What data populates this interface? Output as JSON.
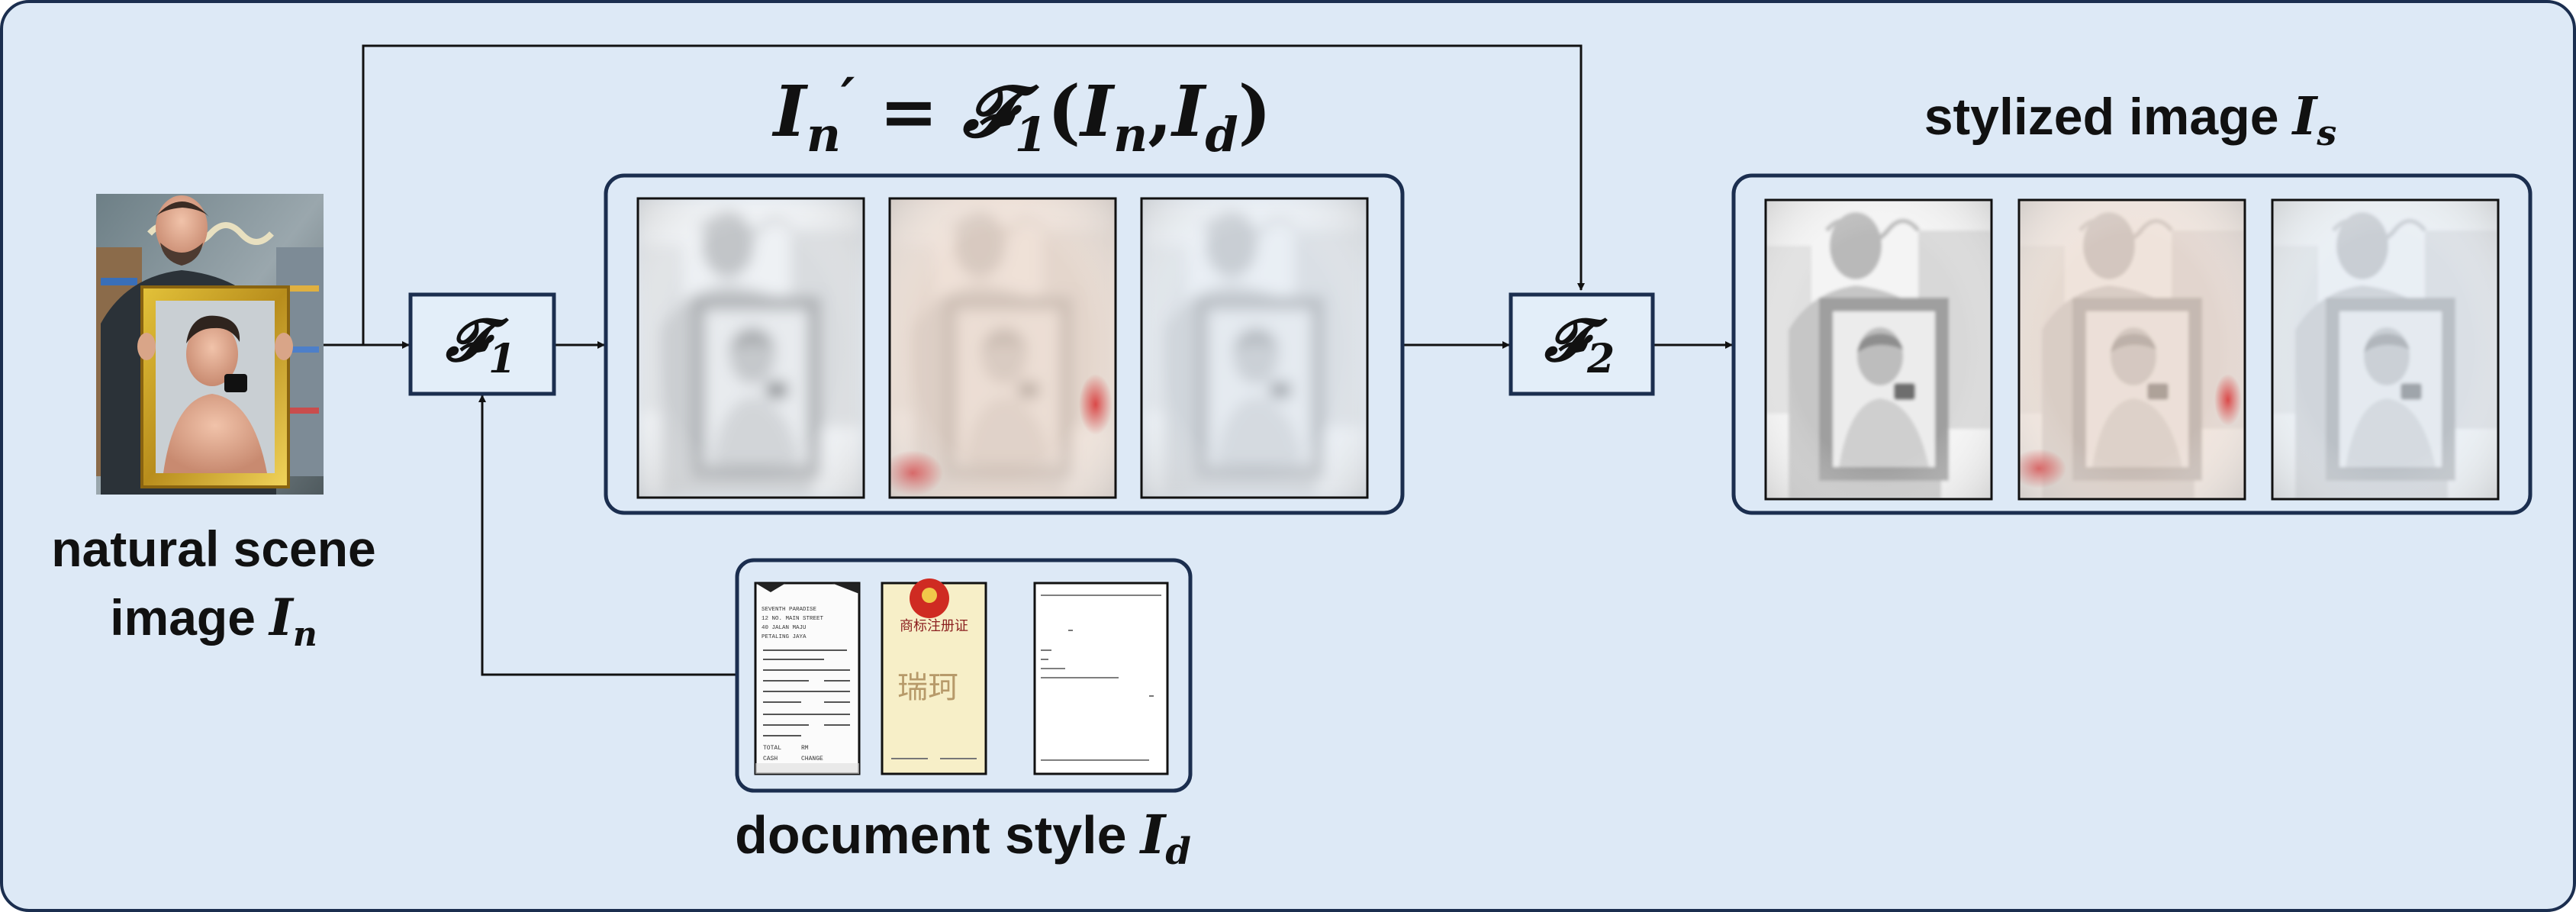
{
  "colors": {
    "panel_fill": "#dde9f6",
    "border": "#1b2e4f",
    "node_fill": "#e3eef9",
    "thumb_border": "#111111",
    "highlight_red": "#d62a2a"
  },
  "nodes": {
    "f1": {
      "symbol": "𝓕",
      "sub": "1"
    },
    "f2": {
      "symbol": "𝓕",
      "sub": "2"
    }
  },
  "labels": {
    "natural_scene_line1": "natural scene",
    "natural_scene_line2": "image",
    "natural_scene_var": "I",
    "natural_scene_sub": "n",
    "document_style": "document style",
    "document_style_var": "I",
    "document_style_sub": "d",
    "stylized_image": "stylized image",
    "stylized_var": "I",
    "stylized_sub": "s"
  },
  "equation": {
    "lhs": "I",
    "lhs_sub": "n",
    "prime": "′",
    "equals": " = ",
    "func": "𝓕",
    "func_sub": "1",
    "open": "(",
    "arg1": "I",
    "arg1_sub": "n",
    "comma": ",",
    "arg2": "I",
    "arg2_sub": "d",
    "close": ")"
  },
  "document_thumbnails": {
    "receipt_lines": [
      "SEVENTH PARADISE",
      "12 NO. MAIN STREET",
      "40 JALAN MAJU",
      "PETALING JAYA",
      "TOTAL",
      "RM",
      "CASH",
      "CHANGE"
    ],
    "certificate_title": "商标注册证",
    "certificate_mark": "瑞珂"
  },
  "icons": {
    "arrow": "arrow-head-icon"
  }
}
